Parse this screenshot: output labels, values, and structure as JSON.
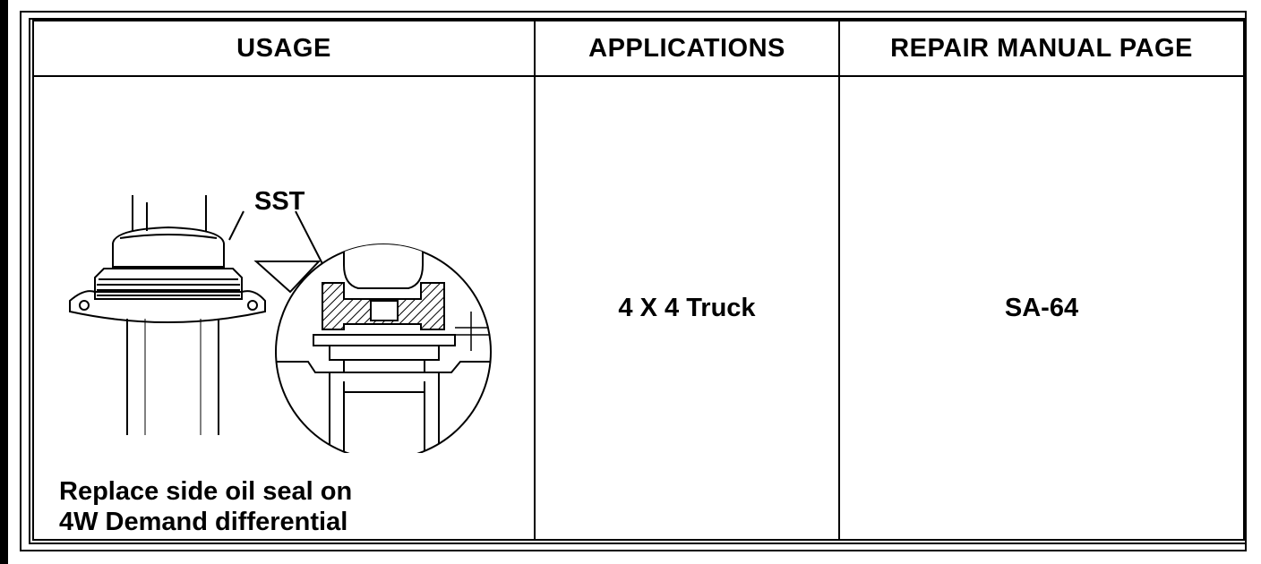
{
  "table": {
    "headers": {
      "usage": "USAGE",
      "applications": "APPLICATIONS",
      "repair_manual_page": "REPAIR MANUAL PAGE"
    },
    "rows": [
      {
        "figure_label": "SST",
        "usage_line1": "Replace side oil seal on",
        "usage_line2": "4W Demand differential",
        "application": "4 X 4 Truck",
        "repair_manual_page": "SA-64"
      }
    ]
  }
}
